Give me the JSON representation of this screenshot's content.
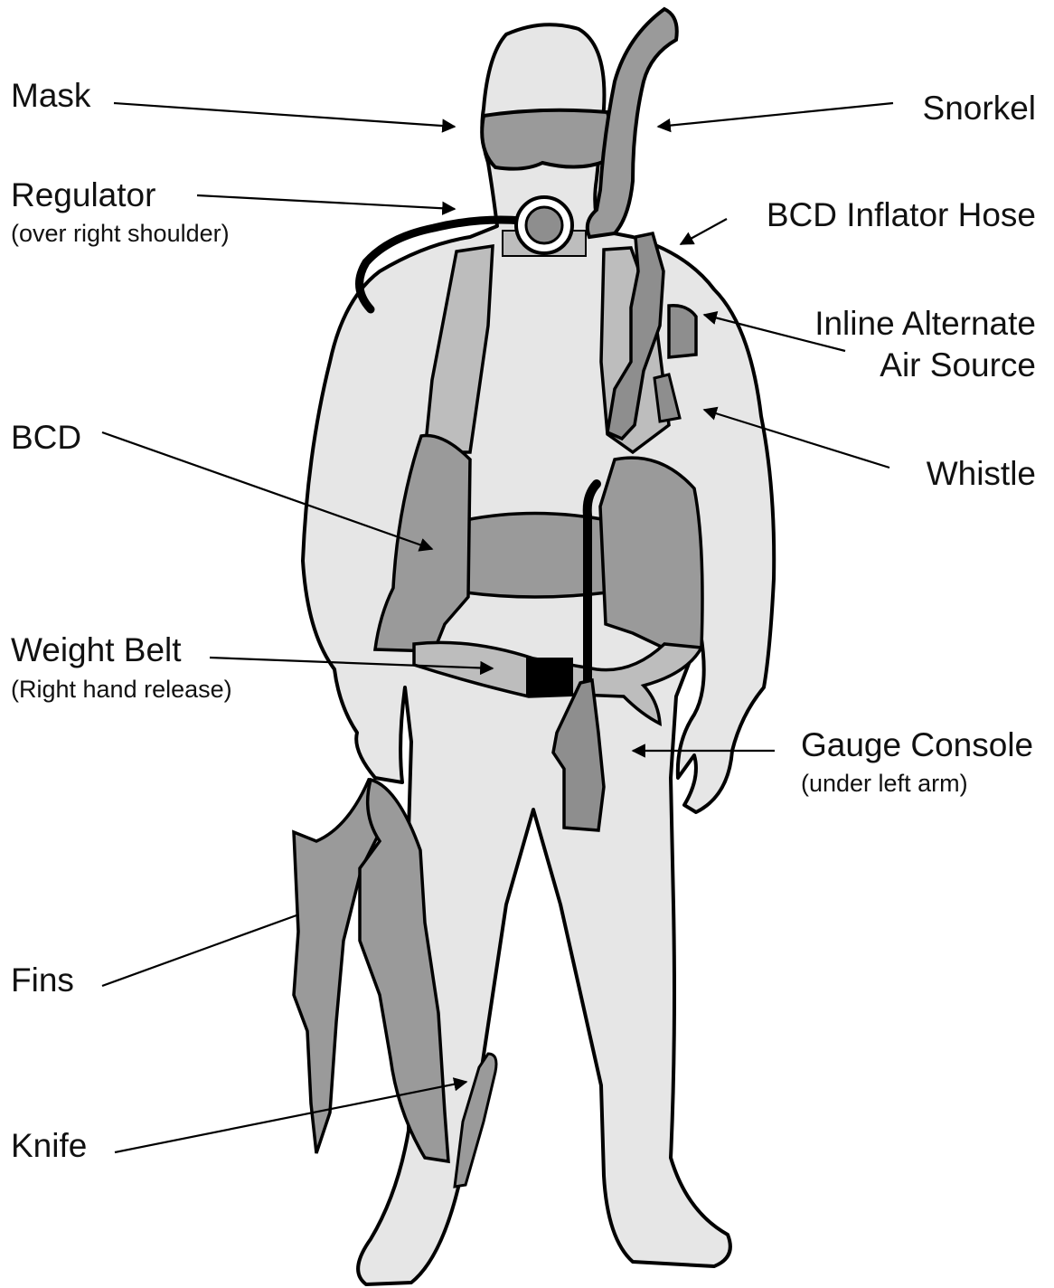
{
  "labels": {
    "mask": "Mask",
    "regulator": "Regulator",
    "regulator_note": "(over right shoulder)",
    "bcd": "BCD",
    "weight_belt": "Weight Belt",
    "weight_belt_note": "(Right hand release)",
    "fins": "Fins",
    "knife": "Knife",
    "snorkel": "Snorkel",
    "bcd_inflator_hose": "BCD Inflator Hose",
    "inline_alternate_line1": "Inline Alternate",
    "inline_alternate_line2": "Air Source",
    "whistle": "Whistle",
    "gauge_console": "Gauge Console",
    "gauge_console_note": "(under left arm)"
  },
  "colors": {
    "body_fill": "#e6e6e6",
    "gear_fill": "#bdbdbd",
    "gear_dark": "#8e8e8e",
    "outline": "#000000",
    "weight_block": "#000000"
  }
}
